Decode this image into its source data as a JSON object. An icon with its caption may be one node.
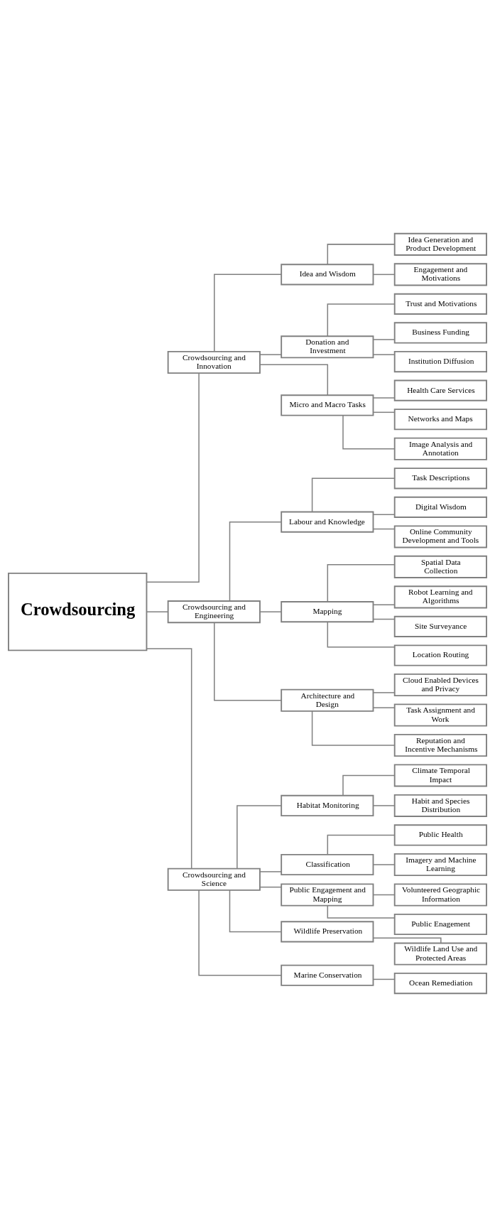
{
  "diagram": {
    "nodes": [
      {
        "text": [
          "Crowdsourcing"
        ]
      },
      {
        "text": [
          "Crowdsourcing and Innovation"
        ]
      },
      {
        "text": [
          "Idea and Wisdom"
        ]
      },
      {
        "text": [
          "Idea Generation and Product Development"
        ]
      },
      {
        "text": [
          "Engagement and Motivations"
        ]
      },
      {
        "text": [
          "Donation and Investment"
        ]
      },
      {
        "text": [
          "Trust and Motivations"
        ]
      },
      {
        "text": [
          "Business Funding"
        ]
      },
      {
        "text": [
          "Institution Diffusion"
        ]
      },
      {
        "text": [
          "Micro and Macro Tasks"
        ]
      },
      {
        "text": [
          "Health Care Services"
        ]
      },
      {
        "text": [
          "Networks and Maps"
        ]
      },
      {
        "text": [
          "Image Analysis and Annotation"
        ]
      },
      {
        "text": [
          "Crowdsourcing and Engineering"
        ]
      },
      {
        "text": [
          "Labour and Knowledge"
        ]
      },
      {
        "text": [
          "Task Descriptions"
        ]
      },
      {
        "text": [
          "Digital Wisdom"
        ]
      },
      {
        "text": [
          "Online Community Development and Tools"
        ]
      },
      {
        "text": [
          "Mapping"
        ]
      },
      {
        "text": [
          "Spatial Data Collection"
        ]
      },
      {
        "text": [
          "Robot Learning and Algorithms"
        ]
      },
      {
        "text": [
          "Site Surveyance"
        ]
      },
      {
        "text": [
          "Location Routing"
        ]
      },
      {
        "text": [
          "Architecture and Design"
        ]
      },
      {
        "text": [
          "Cloud Enabled Devices and Privacy"
        ]
      },
      {
        "text": [
          "Task Assignment and Work"
        ]
      },
      {
        "text": [
          "Reputation and Incentive Mechanisms"
        ]
      },
      {
        "text": [
          "Crowdsourcing and Science"
        ]
      },
      {
        "text": [
          "Habitat Monitoring"
        ]
      },
      {
        "text": [
          "Climate Temporal Impact"
        ]
      },
      {
        "text": [
          "Habit and Species Distribution"
        ]
      },
      {
        "text": [
          "Classification"
        ]
      },
      {
        "text": [
          "Public Health"
        ]
      },
      {
        "text": [
          "Imagery and Machine Learning"
        ]
      },
      {
        "text": [
          "Public Engagement and Mapping"
        ]
      },
      {
        "text": [
          "Volunteered Geographic Information"
        ]
      },
      {
        "text": [
          "Public Enagement"
        ]
      },
      {
        "text": [
          "Wildlife Preservation"
        ]
      },
      {
        "text": [
          "Wildlife Land Use and Protected Areas"
        ]
      },
      {
        "text": [
          "Marine Conservation"
        ]
      },
      {
        "text": [
          "Ocean Remediation"
        ]
      }
    ],
    "edges": [
      {
        "from": 0,
        "to": 1,
        "arrow": "none"
      },
      {
        "from": 1,
        "to": 2,
        "arrow": "none"
      },
      {
        "from": 2,
        "to": 3,
        "arrow": "none"
      },
      {
        "from": 2,
        "to": 4,
        "arrow": "none"
      },
      {
        "from": 1,
        "to": 5,
        "arrow": "none"
      },
      {
        "from": 5,
        "to": 6,
        "arrow": "none"
      },
      {
        "from": 5,
        "to": 7,
        "arrow": "none"
      },
      {
        "from": 5,
        "to": 8,
        "arrow": "none"
      },
      {
        "from": 1,
        "to": 9,
        "arrow": "none"
      },
      {
        "from": 9,
        "to": 10,
        "arrow": "none"
      },
      {
        "from": 9,
        "to": 11,
        "arrow": "none"
      },
      {
        "from": 9,
        "to": 12,
        "arrow": "none"
      },
      {
        "from": 0,
        "to": 13,
        "arrow": "none"
      },
      {
        "from": 13,
        "to": 14,
        "arrow": "none"
      },
      {
        "from": 14,
        "to": 15,
        "arrow": "none"
      },
      {
        "from": 14,
        "to": 16,
        "arrow": "none"
      },
      {
        "from": 14,
        "to": 17,
        "arrow": "none"
      },
      {
        "from": 13,
        "to": 18,
        "arrow": "none"
      },
      {
        "from": 18,
        "to": 19,
        "arrow": "none"
      },
      {
        "from": 18,
        "to": 20,
        "arrow": "none"
      },
      {
        "from": 18,
        "to": 21,
        "arrow": "none"
      },
      {
        "from": 18,
        "to": 22,
        "arrow": "none"
      },
      {
        "from": 13,
        "to": 23,
        "arrow": "none"
      },
      {
        "from": 23,
        "to": 24,
        "arrow": "none"
      },
      {
        "from": 23,
        "to": 25,
        "arrow": "none"
      },
      {
        "from": 23,
        "to": 26,
        "arrow": "none"
      },
      {
        "from": 0,
        "to": 27,
        "arrow": "none"
      },
      {
        "from": 27,
        "to": 28,
        "arrow": "none"
      },
      {
        "from": 28,
        "to": 29,
        "arrow": "none"
      },
      {
        "from": 28,
        "to": 30,
        "arrow": "none"
      },
      {
        "from": 27,
        "to": 31,
        "arrow": "none"
      },
      {
        "from": 31,
        "to": 32,
        "arrow": "none"
      },
      {
        "from": 31,
        "to": 33,
        "arrow": "none"
      },
      {
        "from": 27,
        "to": 34,
        "arrow": "none"
      },
      {
        "from": 34,
        "to": 35,
        "arrow": "none"
      },
      {
        "from": 34,
        "to": 36,
        "arrow": "none"
      },
      {
        "from": 27,
        "to": 37,
        "arrow": "none"
      },
      {
        "from": 37,
        "to": 38,
        "arrow": "none"
      },
      {
        "from": 27,
        "to": 39,
        "arrow": "none"
      },
      {
        "from": 39,
        "to": 40,
        "arrow": "none"
      }
    ]
  }
}
